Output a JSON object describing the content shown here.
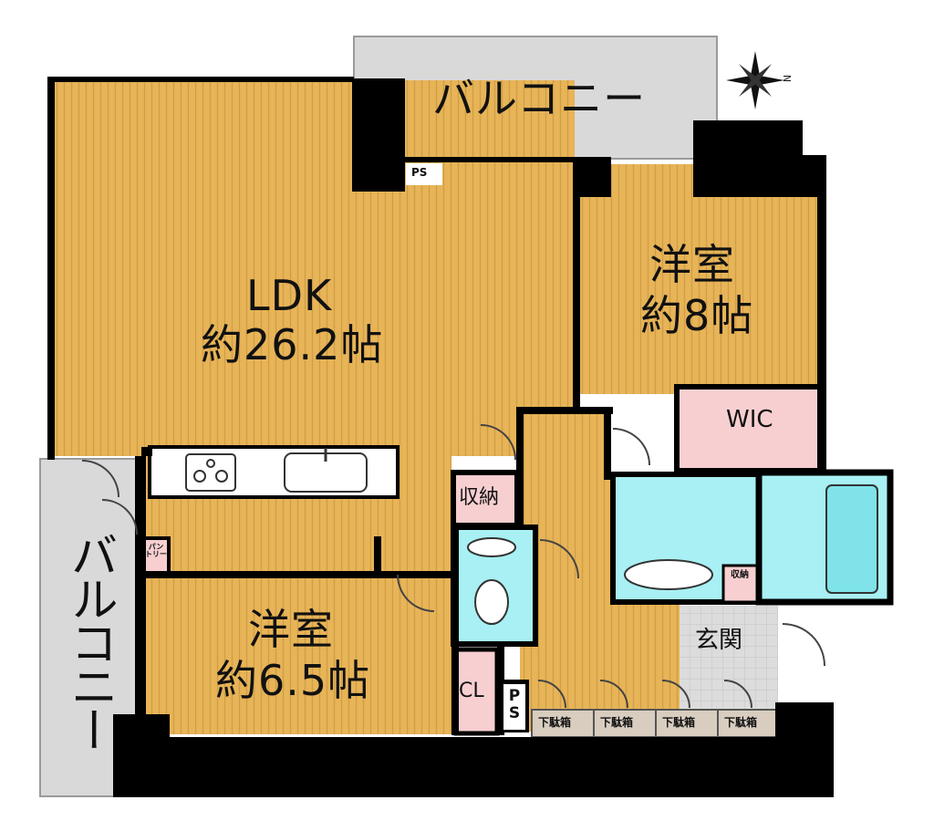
{
  "compass": {
    "label": "N"
  },
  "balconies": {
    "top": "バルコニー",
    "left": "バルコニー"
  },
  "rooms": {
    "ldk": {
      "name": "LDK",
      "size": "約26.2帖"
    },
    "western_8": {
      "name": "洋室",
      "size": "約8帖"
    },
    "western_65": {
      "name": "洋室",
      "size": "約6.5帖"
    },
    "wic": {
      "name": "WIC"
    },
    "storage": {
      "name": "収納"
    },
    "storage_small": {
      "name": "収納"
    },
    "pantry": {
      "name": "パントリー"
    },
    "closet": {
      "name": "CL"
    },
    "entrance": {
      "name": "玄関"
    },
    "ps_top": {
      "name": "PS"
    },
    "ps_bottom": {
      "name": "PS"
    }
  },
  "shoe_cabinets": [
    "下駄箱",
    "下駄箱",
    "下駄箱",
    "下駄箱"
  ],
  "colors": {
    "floor": "#e8b458",
    "floor_line": "#c99a43",
    "wall": "#000000",
    "balcony": "#d9d9d9",
    "wet_area": "#a8f0f3",
    "storage_pink": "#f7cfd1",
    "entrance_tile": "#dcdcdc",
    "shoe_cabinet": "#d8cdbf"
  }
}
